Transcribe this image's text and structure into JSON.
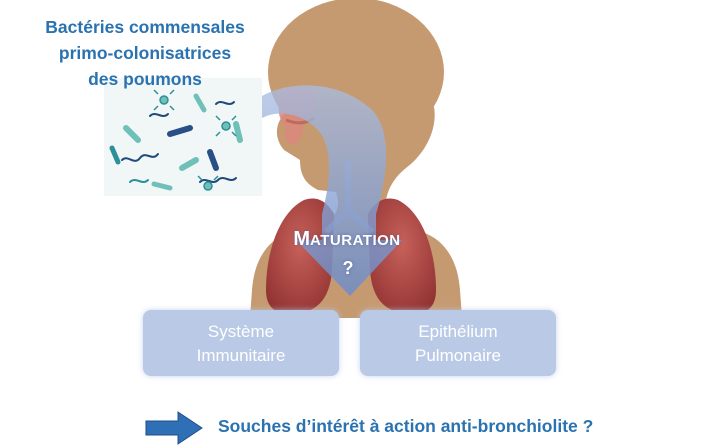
{
  "title": {
    "line1": "Bactéries commensales",
    "line2": "primo-colonisatrices",
    "line3": "des poumons"
  },
  "center": {
    "maturation_first": "M",
    "maturation_rest": "ATURATION",
    "question": "?"
  },
  "boxes": [
    {
      "line1": "Système",
      "line2": "Immunitaire"
    },
    {
      "line1": "Epithélium",
      "line2": "Pulmonaire"
    }
  ],
  "footer": {
    "text": "Souches d’intérêt à action anti-bronchiolite ?"
  },
  "colors": {
    "title_text": "#2a72b0",
    "silhouette": "#c69a71",
    "lungs": "#b24a46",
    "arrow_fill": "#8ba6d4",
    "box_fill": "#b9c9e6",
    "footer_arrow": "#2f6fb5"
  },
  "icons": [
    "bacteria-cluster-icon",
    "blue-arrow-icon"
  ]
}
